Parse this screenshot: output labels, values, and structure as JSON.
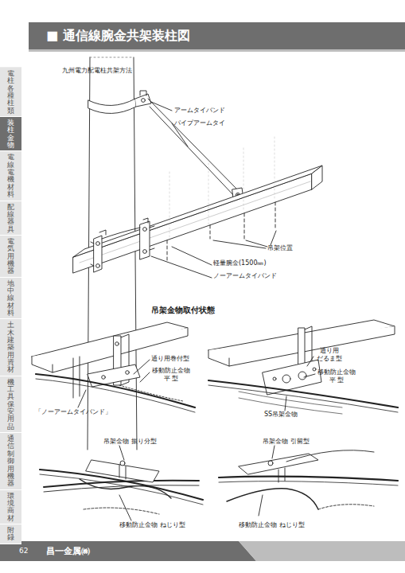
{
  "diagram": {
    "title": "■ 通信線腕金共架装柱図",
    "nodes": [
      {
        "text": [
          "電柱各種柱類"
        ]
      },
      {
        "text": [
          "装柱金物"
        ]
      },
      {
        "text": [
          "電線電機材料"
        ]
      },
      {
        "text": [
          "配線器具"
        ]
      },
      {
        "text": [
          "電気用機器"
        ]
      },
      {
        "text": [
          "地中線材料"
        ]
      },
      {
        "text": [
          "土木建築用資材"
        ]
      },
      {
        "text": [
          "機工具保安用品"
        ]
      },
      {
        "text": [
          "通信制御用機器"
        ]
      },
      {
        "text": [
          "環境商材"
        ]
      },
      {
        "text": [
          "附録"
        ]
      }
    ],
    "labels": [
      "九州電力配電柱共架方法",
      "アームタイバンド",
      "パイプアームタイ",
      "吊架位置",
      "軽量腕金(1500㎜)",
      "ノーアームタイバンド",
      "吊架金物取付状態",
      "通り用巻付型",
      "移動防止金物 平 型",
      "「ノーアームタイバンド」",
      "通り用 だるま型",
      "移動防止金物 平 型",
      "SS吊架金物",
      "吊架金物 振り分型",
      "吊架金物 引留型",
      "移動防止金物 ねじり型",
      "移動防止金物 ねじり型",
      "62",
      "昌一金属㈱"
    ]
  }
}
